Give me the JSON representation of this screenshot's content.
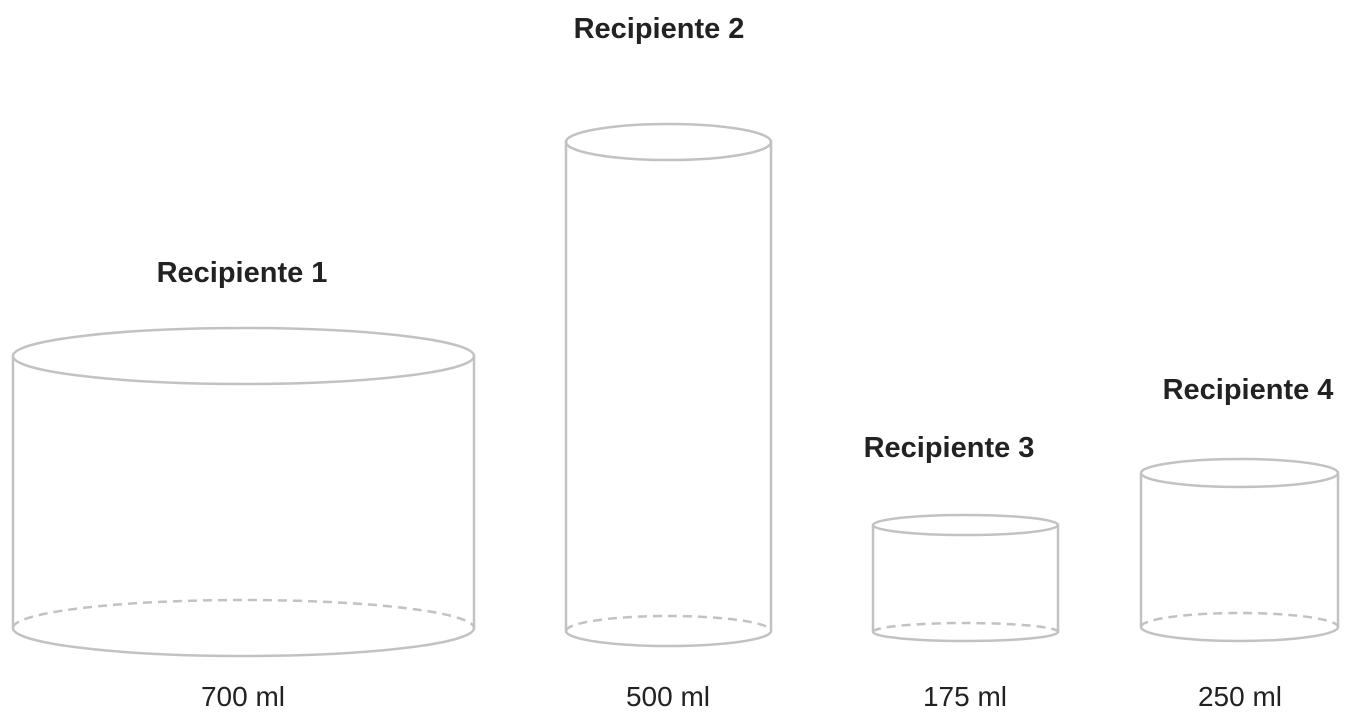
{
  "diagram": {
    "containers": [
      {
        "title": "Recipiente 1",
        "volume": "700 ml",
        "volume_ml": 700
      },
      {
        "title": "Recipiente 2",
        "volume": "500 ml",
        "volume_ml": 500
      },
      {
        "title": "Recipiente 3",
        "volume": "175 ml",
        "volume_ml": 175
      },
      {
        "title": "Recipiente 4",
        "volume": "250 ml",
        "volume_ml": 250
      }
    ],
    "outline_color": "#c2c2c2",
    "text_color": "#222222"
  }
}
